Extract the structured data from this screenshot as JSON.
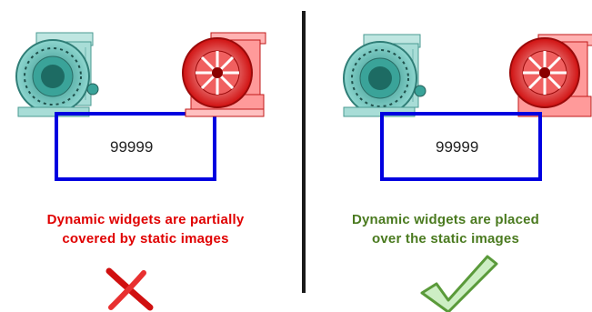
{
  "left_panel": {
    "widget_value": "99999",
    "caption_line1": "Dynamic widgets are partially",
    "caption_line2": "covered by static images",
    "caption_color": "#e00000",
    "status_icon": "cross-icon"
  },
  "right_panel": {
    "widget_value": "99999",
    "caption_line1": "Dynamic widgets are placed",
    "caption_line2": "over the static images",
    "caption_color": "#4a7a1f",
    "status_icon": "check-icon"
  },
  "colors": {
    "widget_border": "#0000e0",
    "teal_pump": "#5fb7ae",
    "red_pump": "#e02020"
  }
}
